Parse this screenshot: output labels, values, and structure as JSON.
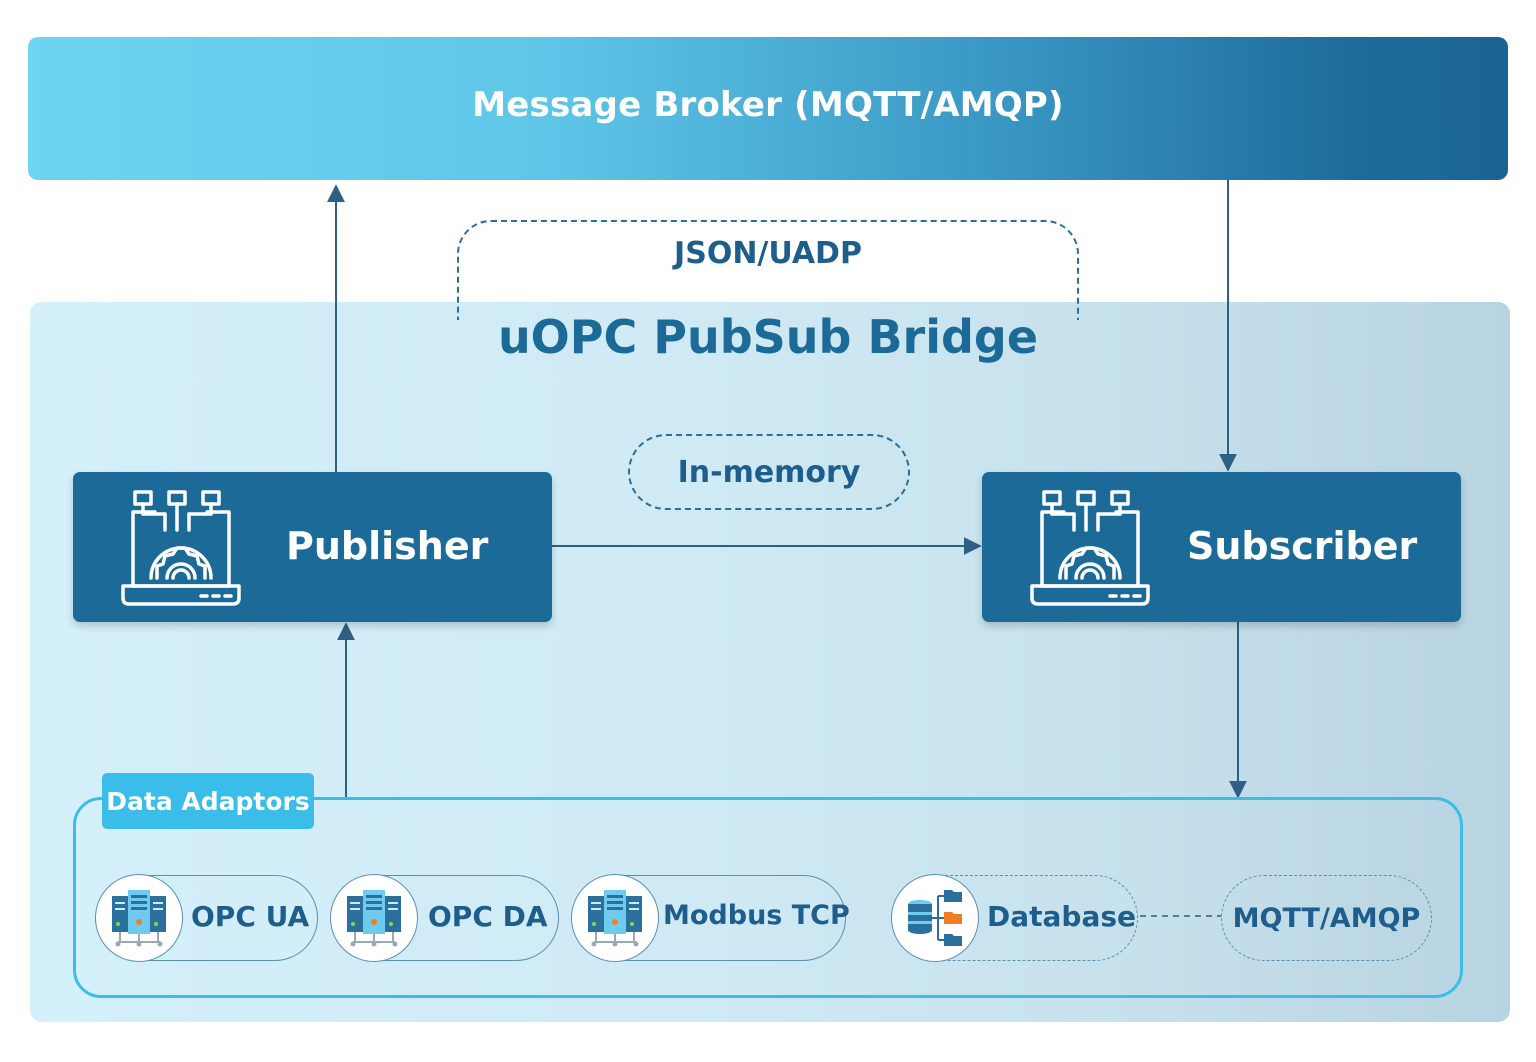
{
  "broker": {
    "title": "Message Broker (MQTT/AMQP)"
  },
  "bridge": {
    "title": "uOPC PubSub Bridge"
  },
  "channels": {
    "network": "JSON/UADP",
    "local": "In-memory"
  },
  "publisher": {
    "label": "Publisher",
    "icon": "laptop-gear-icon"
  },
  "subscriber": {
    "label": "Subscriber",
    "icon": "laptop-gear-icon"
  },
  "adaptors": {
    "title": "Data Adaptors",
    "items": [
      {
        "label": "OPC UA",
        "icon": "server-icon"
      },
      {
        "label": "OPC DA",
        "icon": "server-icon"
      },
      {
        "label": "Modbus TCP",
        "icon": "server-icon"
      }
    ],
    "database": {
      "label": "Database",
      "icon": "database-icon"
    },
    "mqtt": {
      "label": "MQTT/AMQP"
    }
  },
  "colors": {
    "primary": "#1c6a98",
    "accent": "#3bbde9",
    "arrow": "#2f5f82"
  }
}
